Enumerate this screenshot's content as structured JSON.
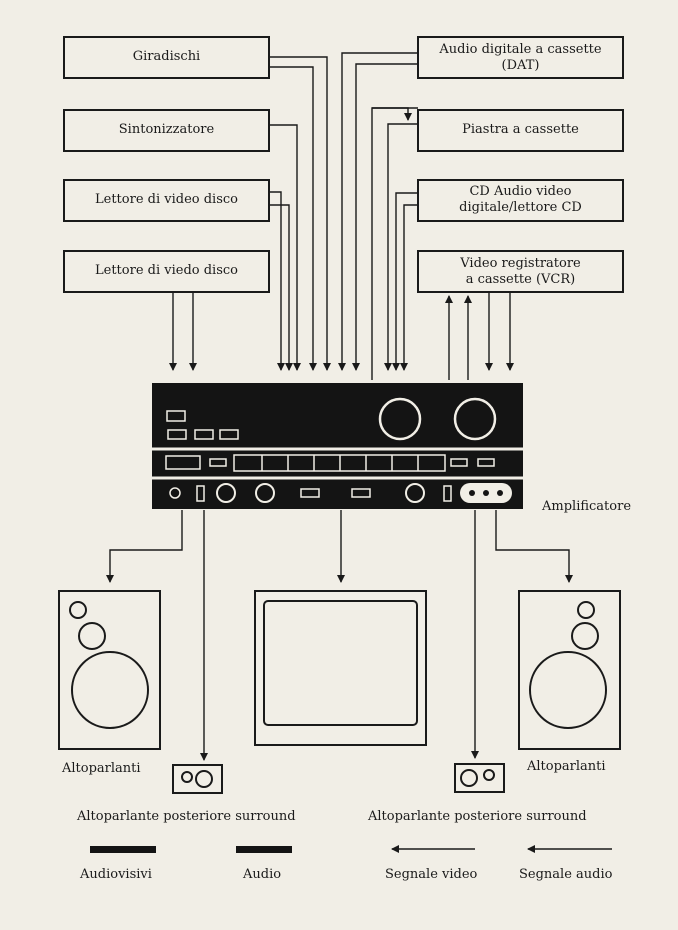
{
  "sources_left": [
    "Giradischi",
    "Sintonizzatore",
    "Lettore di video disco",
    "Lettore di viedo disco"
  ],
  "sources_right": [
    "Audio digitale a cassette (DAT)",
    "Piastra a cassette",
    "CD Audio video digitale/lettore CD",
    "Video registratore a cassette (VCR)"
  ],
  "sources_right_lines": [
    [
      "Audio digitale a cassette",
      "(DAT)"
    ],
    [
      "Piastra a cassette"
    ],
    [
      "CD Audio video",
      "digitale/lettore CD"
    ],
    [
      "Video registratore",
      "a cassette (VCR)"
    ]
  ],
  "amplifier_label": "Amplificatore",
  "speakers_left_label": "Altoparlanti",
  "speakers_right_label": "Altoparlanti",
  "rear_left_label": "Altoparlante posteriore surround",
  "rear_right_label": "Altoparlante posteriore surround",
  "legend": {
    "audiovisual": "Audiovisivi",
    "audio": "Audio",
    "video_signal": "Segnale video",
    "audio_signal": "Segnale audio"
  },
  "colors": {
    "background": "#f1eee6",
    "ink": "#1a1a1a",
    "panel": "#141414"
  }
}
